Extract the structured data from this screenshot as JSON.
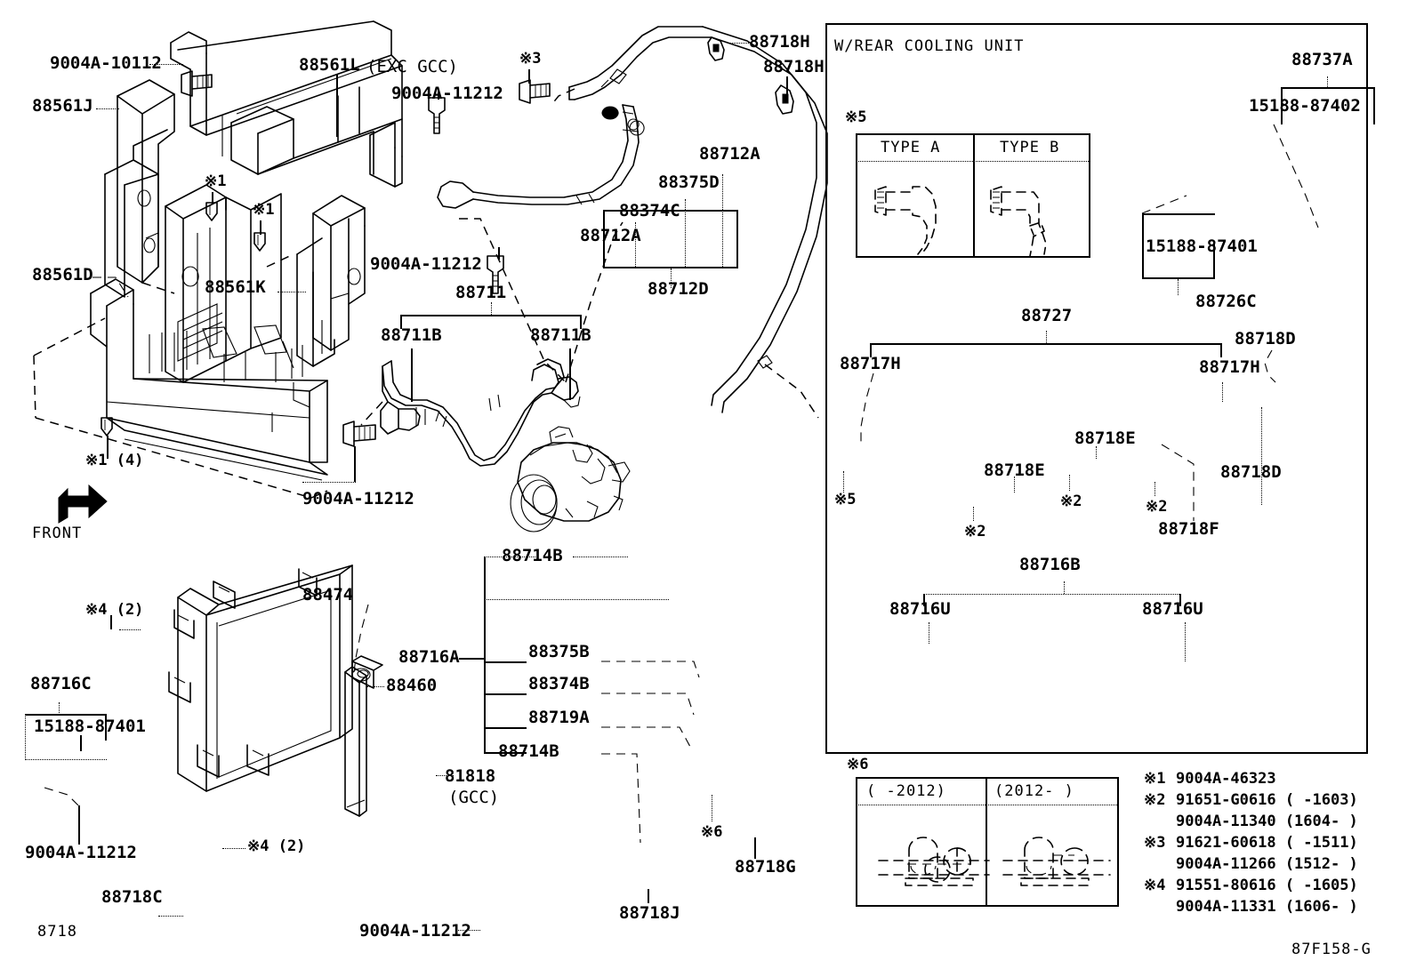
{
  "diagram": {
    "id_bottom_left": "8718",
    "id_bottom_right": "87F158-G",
    "front_arrow_label": "FRONT"
  },
  "panel": {
    "title": "W/REAR COOLING UNIT"
  },
  "type_table": {
    "marker": "※5",
    "columns": [
      "TYPE A",
      "TYPE B"
    ]
  },
  "note6_table": {
    "marker": "※6",
    "columns": [
      "(    -2012)",
      "(2012-     )"
    ]
  },
  "notes": [
    {
      "marker": "※1",
      "lines": [
        "9004A-46323"
      ]
    },
    {
      "marker": "※2",
      "lines": [
        "91651-G0616 (      -1603)",
        "9004A-11340 (1604-      )"
      ]
    },
    {
      "marker": "※3",
      "lines": [
        "91621-60618 (      -1511)",
        "9004A-11266 (1512-      )"
      ]
    },
    {
      "marker": "※4",
      "lines": [
        "91551-80616 (      -1605)",
        "9004A-11331 (1606-      )"
      ]
    }
  ],
  "labels": {
    "l_9004A_10112": "9004A-10112",
    "l_88561J": "88561J",
    "l_88561L": "88561L",
    "l_88561L_suffix": "(EXC GCC)",
    "l_9004A_11212_a": "9004A-11212",
    "l_note3": "※3",
    "l_88718H_1": "88718H",
    "l_88718H_2": "88718H",
    "l_88712A_top": "88712A",
    "l_88375D": "88375D",
    "l_88374C": "88374C",
    "l_88712A_low": "88712A",
    "l_88712D": "88712D",
    "l_note1_a": "※1",
    "l_note1_b": "※1",
    "l_88561D": "88561D",
    "l_88561K": "88561K",
    "l_9004A_11212_b": "9004A-11212",
    "l_88711": "88711",
    "l_88711B_left": "88711B",
    "l_88711B_right": "88711B",
    "l_note1_4": "※1 (4)",
    "l_9004A_11212_c": "9004A-11212",
    "l_note4_2_top": "※4 (2)",
    "l_note4_2_bot": "※4 (2)",
    "l_88474": "88474",
    "l_88716A": "88716A",
    "l_88460": "88460",
    "l_88716C": "88716C",
    "l_15188_87401_left": "15188-87401",
    "l_9004A_11212_d": "9004A-11212",
    "l_88718C": "88718C",
    "l_81818": "81818",
    "l_81818_suffix": "(GCC)",
    "l_88714B_top": "88714B",
    "l_88375B": "88375B",
    "l_88374B": "88374B",
    "l_88719A": "88719A",
    "l_88714B_bot": "88714B",
    "l_note6_mark": "※6",
    "l_88718G": "88718G",
    "l_88718J": "88718J",
    "l_9004A_11212_e": "9004A-11212",
    "l_88737A": "88737A",
    "l_15188_87402": "15188-87402",
    "l_15188_87401_right": "15188-87401",
    "l_88726C": "88726C",
    "l_88727": "88727",
    "l_88717H_left": "88717H",
    "l_88717H_right": "88717H",
    "l_88718D_top": "88718D",
    "l_88718D_bot": "88718D",
    "l_88718E_left": "88718E",
    "l_88718E_right": "88718E",
    "l_88718F": "88718F",
    "l_note5_mark": "※5",
    "l_note2_a": "※2",
    "l_note2_b": "※2",
    "l_note2_c": "※2",
    "l_88716B": "88716B",
    "l_88716U_left": "88716U",
    "l_88716U_right": "88716U"
  }
}
